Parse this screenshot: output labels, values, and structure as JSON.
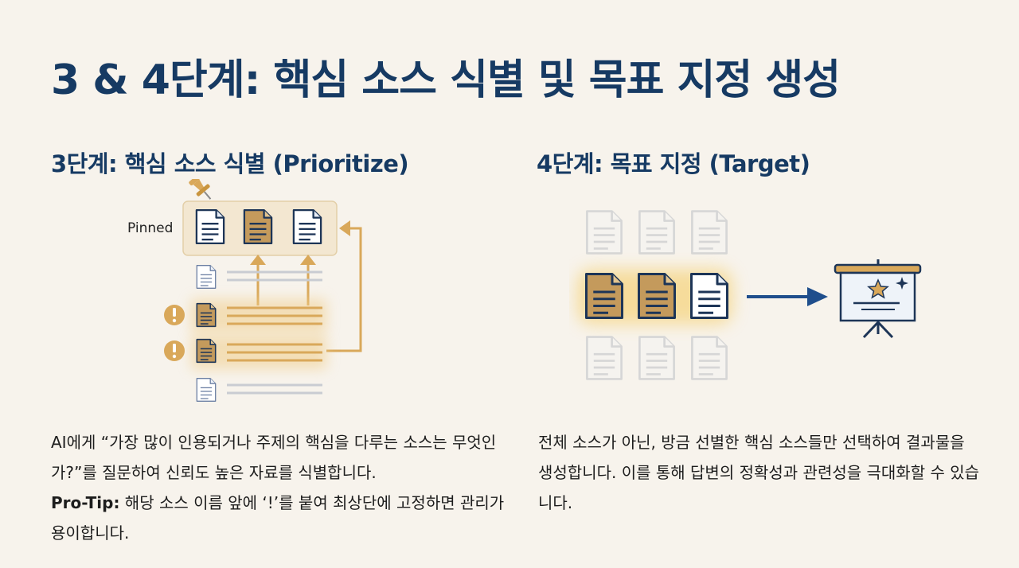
{
  "title": "3 & 4단계: 핵심 소스 식별 및 목표 지정 생성",
  "left": {
    "heading": "3단계: 핵심 소스 식별 (Prioritize)",
    "pinned_label": "Pinned",
    "description": "AI에게 “가장 많이 인용되거나 주제의 핵심을 다루는 소스는 무엇인가?”를 질문하여 신뢰도 높은 자료를 식별합니다.",
    "tip_label": "Pro-Tip:",
    "tip_text": " 해당 소스 이름 앞에 ‘!’를 붙여 최상단에 고정하면 관리가 용이합니다."
  },
  "right": {
    "heading": "4단계: 목표 지정 (Target)",
    "description": "전체 소스가 아닌, 방금 선별한 핵심 소스들만 선택하여 결과물을 생성합니다. 이를 통해 답변의 정확성과 관련성을 극대화할 수 있습니다."
  },
  "icons": {
    "pin": "pushpin-icon",
    "document": "document-icon",
    "alert": "exclamation-icon",
    "arrow": "arrow-right-icon",
    "presentation": "presentation-board-icon",
    "star": "star-icon",
    "sparkle": "sparkle-icon"
  },
  "colors": {
    "title": "#163a63",
    "accent": "#d9a85a",
    "doc_fill_highlight": "#c49a5c",
    "arrow": "#1f4e8c"
  }
}
